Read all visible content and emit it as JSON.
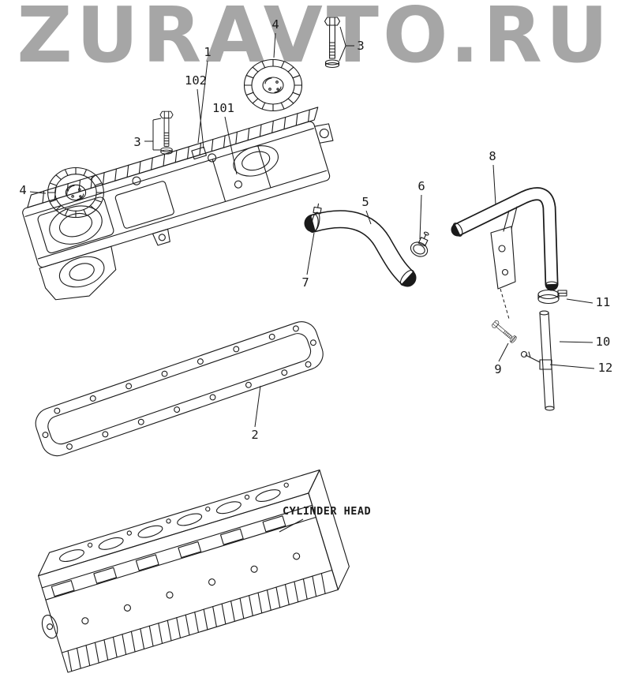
{
  "watermark": "ZURAVTO.RU",
  "callouts": {
    "cover": "1",
    "gasket": "2",
    "bolt_top": "3",
    "bolt_left": "3",
    "cap_top": "4",
    "cap_left": "4",
    "hose": "5",
    "clamp_small": "6",
    "hose_clamp": "7",
    "pipe": "8",
    "bracket_bolt": "9",
    "tube": "10",
    "tube_clamp": "11",
    "tube_clip": "12",
    "cover_boss": "101",
    "cover_bracket": "102"
  },
  "labels": {
    "cylinder_head": "CYLINDER HEAD"
  },
  "colors": {
    "line": "#1a1a1a",
    "watermark": "#a6a6a6",
    "background": "#ffffff"
  }
}
